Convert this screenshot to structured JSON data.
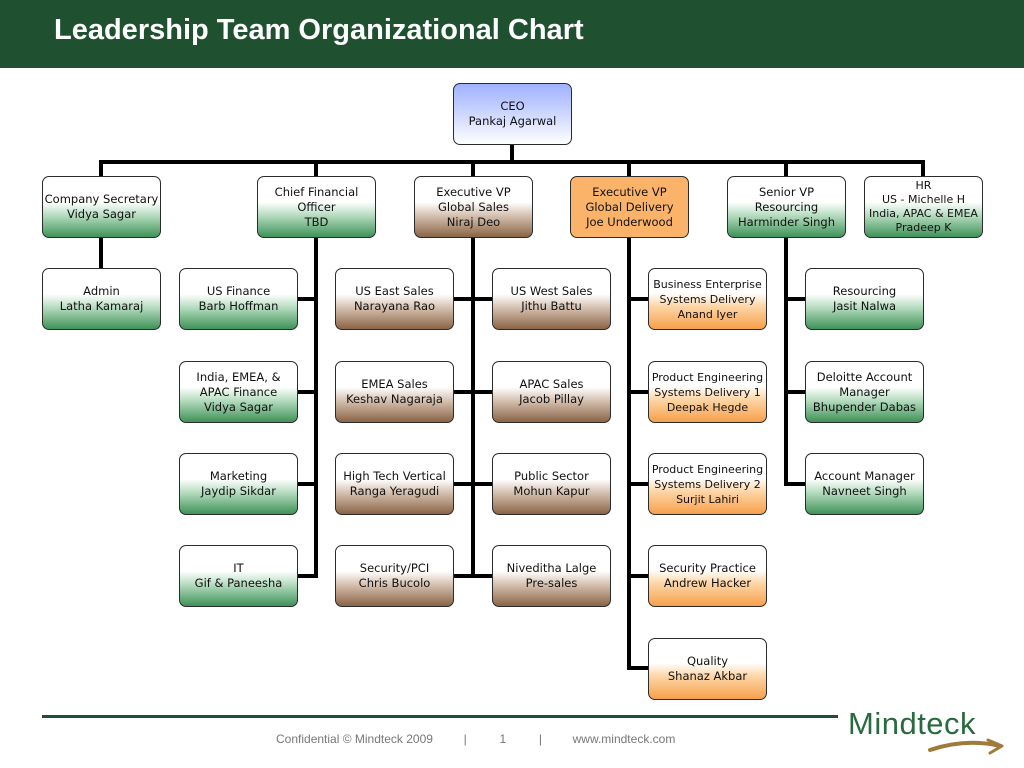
{
  "header": {
    "title": "Leadership Team Organizational Chart"
  },
  "ceo": {
    "line1": "CEO",
    "line2": "Pankaj Agarwal"
  },
  "directs": {
    "secretary": {
      "line1": "Company Secretary",
      "line2": "Vidya Sagar"
    },
    "cfo": {
      "line1": "Chief Financial",
      "line2": "Officer",
      "line3": "TBD"
    },
    "sales": {
      "line1": "Executive VP",
      "line2": "Global Sales",
      "line3": "Niraj Deo"
    },
    "delivery": {
      "line1": "Executive VP",
      "line2": "Global Delivery",
      "line3": "Joe Underwood"
    },
    "resourcing": {
      "line1": "Senior VP",
      "line2": "Resourcing",
      "line3": "Harminder Singh"
    },
    "hr": {
      "line1": "HR",
      "line2": "US  - Michelle H",
      "line3": "India, APAC & EMEA",
      "line4": "Pradeep K"
    }
  },
  "secretary_reports": [
    {
      "line1": "Admin",
      "line2": "Latha Kamaraj"
    }
  ],
  "cfo_reports": [
    {
      "line1": "US Finance",
      "line2": "Barb Hoffman"
    },
    {
      "line1": "India, EMEA, &",
      "line2": "APAC Finance",
      "line3": "Vidya Sagar"
    },
    {
      "line1": "Marketing",
      "line2": "Jaydip Sikdar"
    },
    {
      "line1": "IT",
      "line2": "Gif & Paneesha"
    }
  ],
  "sales_left": [
    {
      "line1": "US East Sales",
      "line2": "Narayana Rao"
    },
    {
      "line1": "EMEA Sales",
      "line2": "Keshav Nagaraja"
    },
    {
      "line1": "High Tech Vertical",
      "line2": "Ranga Yeragudi"
    },
    {
      "line1": "Security/PCI",
      "line2": "Chris Bucolo"
    }
  ],
  "sales_right": [
    {
      "line1": "US West Sales",
      "line2": "Jithu Battu"
    },
    {
      "line1": "APAC Sales",
      "line2": "Jacob Pillay"
    },
    {
      "line1": "Public Sector",
      "line2": "Mohun Kapur"
    },
    {
      "line1": "Niveditha Lalge",
      "line2": "Pre-sales"
    }
  ],
  "delivery_reports": [
    {
      "line1": "Business Enterprise",
      "line2": "Systems Delivery",
      "line3": "Anand Iyer"
    },
    {
      "line1": "Product Engineering",
      "line2": "Systems Delivery 1",
      "line3": "Deepak Hegde"
    },
    {
      "line1": "Product Engineering",
      "line2": "Systems Delivery 2",
      "line3": "Surjit Lahiri"
    },
    {
      "line1": "Security Practice",
      "line2": "Andrew Hacker"
    },
    {
      "line1": "Quality",
      "line2": "Shanaz Akbar"
    }
  ],
  "resourcing_reports": [
    {
      "line1": "Resourcing",
      "line2": "Jasit Nalwa"
    },
    {
      "line1": "Deloitte Account",
      "line2": "Manager",
      "line3": "Bhupender Dabas"
    },
    {
      "line1": "Account Manager",
      "line2": "Navneet Singh"
    }
  ],
  "footer": {
    "confidential": "Confidential © Mindteck 2009",
    "sep": "|",
    "page": "1",
    "url": "www.mindteck.com",
    "logo": "Mindteck"
  },
  "colors": {
    "title_bar": "#1f5130",
    "green_node": "#3f9258",
    "brown_node": "#8a6446",
    "orange_node": "#fbb36a",
    "blue_node": "#9fb2ff",
    "connector": "#000000"
  }
}
